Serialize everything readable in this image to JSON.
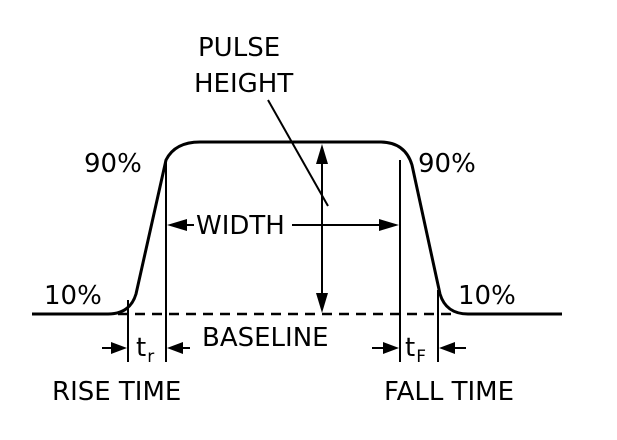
{
  "labels": {
    "pulse": "PULSE",
    "height": "HEIGHT",
    "pct90_left": "90%",
    "pct90_right": "90%",
    "pct10_left": "10%",
    "pct10_right": "10%",
    "width": "WIDTH",
    "baseline": "BASELINE",
    "tr_main": "t",
    "tr_sub": "r",
    "tf_main": "t",
    "tf_sub": "F",
    "rise_time": "RISE TIME",
    "fall_time": "FALL TIME"
  }
}
